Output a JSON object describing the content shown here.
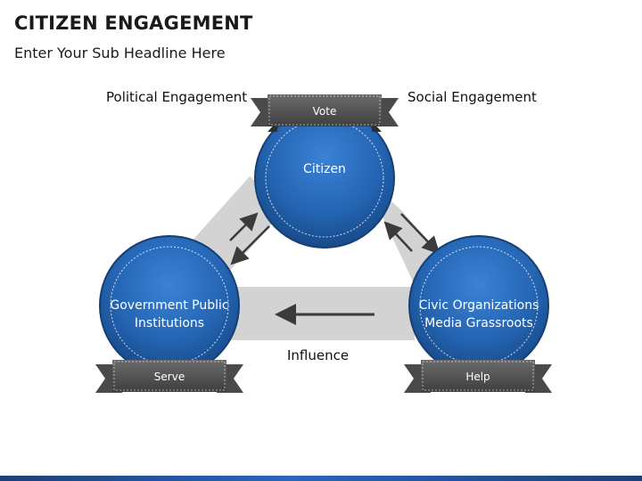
{
  "header": {
    "title": "CITIZEN ENGAGEMENT",
    "subtitle": "Enter Your Sub Headline Here"
  },
  "diagram": {
    "labels": {
      "political": "Political Engagement",
      "social": "Social Engagement",
      "influence": "Influence"
    },
    "nodes": {
      "citizen": {
        "line1": "Citizen",
        "line2": "",
        "ribbon": "Vote"
      },
      "government": {
        "line1": "Government Public",
        "line2": "Institutions",
        "ribbon": "Serve"
      },
      "civic": {
        "line1": "Civic Organizations",
        "line2": "Media Grassroots",
        "ribbon": "Help"
      }
    }
  },
  "colors": {
    "circle_dark": "#1d4f8c",
    "circle_light": "#2f73c4",
    "band": "#d2d2d2",
    "ribbon": "#5a5a5a",
    "arrow": "#3b3b3b"
  }
}
